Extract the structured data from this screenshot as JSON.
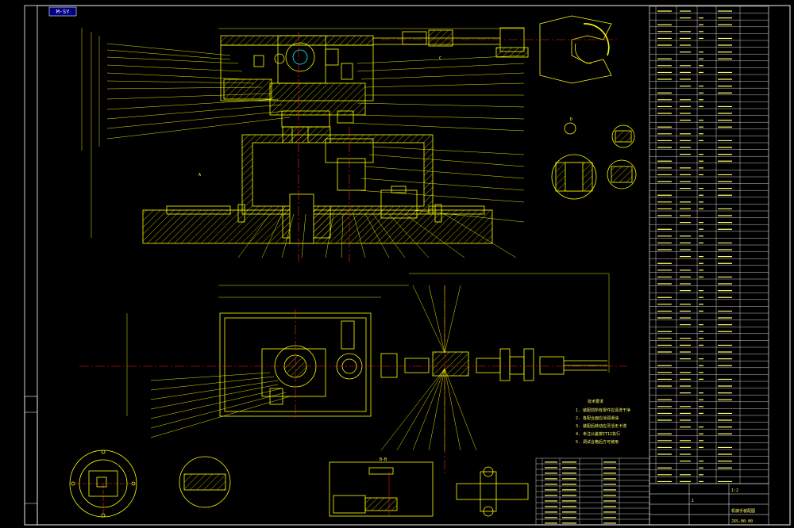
{
  "tag_label": "M-SY",
  "view_labels": {
    "section_bb": "B-B",
    "view_a": "A",
    "view_c": "C",
    "view_d": "D"
  },
  "tech_requirements": {
    "title": "技术要求",
    "lines": [
      "1. 装配前所有零件应清洗干净",
      "2. 各配合面应涂润滑油",
      "3. 装配后转动应灵活无卡滞",
      "4. 未注公差按IT12执行",
      "5. 调试合格后方可使用"
    ]
  },
  "title_block": {
    "drawing_name": "机械手装配图",
    "drawing_no": "JXS-00-00",
    "scale": "1:2",
    "sheet": "1"
  },
  "colors": {
    "frame": "#ffffff",
    "drawing": "#ffff00",
    "hatch": "#ffff00",
    "centerline": "#ff2020",
    "dimension": "#ffff00",
    "accent": "#00ffff",
    "table": "#ffffff",
    "table_text": "#ffff66",
    "tag_bg": "#000080"
  }
}
